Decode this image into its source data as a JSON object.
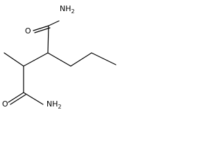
{
  "molecule": {
    "atoms": {
      "amide_top_n": "NH",
      "amide_top_n_sub": "2",
      "amide_top_o": "O",
      "amide_bottom_n": "NH",
      "amide_bottom_n_sub": "2",
      "amide_bottom_o": "O"
    },
    "colors": {
      "bond": "#000000",
      "label": "#000000",
      "background": "#ffffff"
    }
  }
}
